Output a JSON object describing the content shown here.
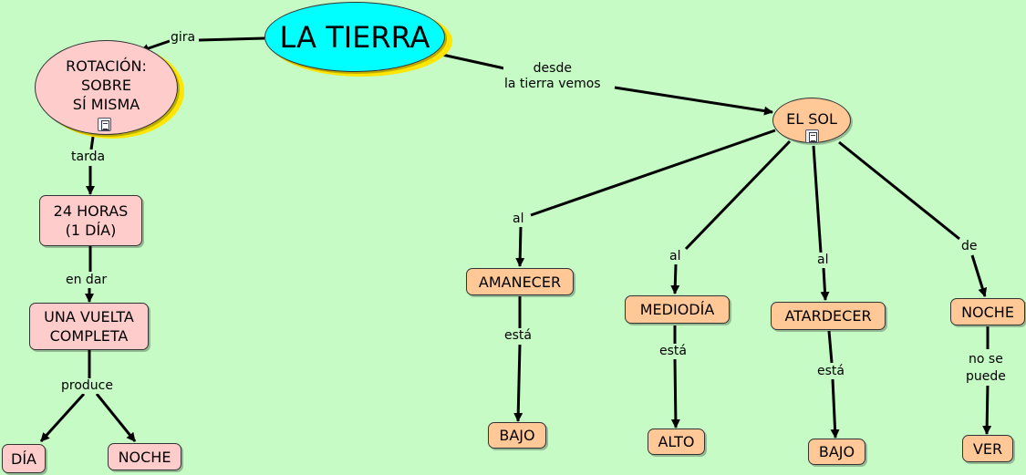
{
  "colors": {
    "background": "#c6fbc6",
    "root_fill": "#00ffff",
    "root_shadow": "#ffe600",
    "left_branch_fill": "#ffcccc",
    "right_branch_fill": "#ffc896"
  },
  "nodes": {
    "root": "LA TIERRA",
    "rotacion": "ROTACIÓN:\nSOBRE\nSÍ MISMA",
    "horas": "24 HORAS\n(1 DÍA)",
    "vuelta": "UNA VUELTA\nCOMPLETA",
    "dia": "DÍA",
    "noche_left": "NOCHE",
    "sol": "EL SOL",
    "amanecer": "AMANECER",
    "mediodia": "MEDIODÍA",
    "atardecer": "ATARDECER",
    "noche_right": "NOCHE",
    "bajo1": "BAJO",
    "alto": "ALTO",
    "bajo2": "BAJO",
    "ver": "VER"
  },
  "links": {
    "gira": "gira",
    "tarda": "tarda",
    "en_dar": "en dar",
    "produce": "produce",
    "desde": "desde\nla tierra vemos",
    "al1": "al",
    "al2": "al",
    "al3": "al",
    "de": "de",
    "esta1": "está",
    "esta2": "está",
    "esta3": "está",
    "no_se_puede": "no se\npuede"
  },
  "icons": {
    "rotacion_note": "note-icon",
    "sol_note": "note-icon"
  }
}
